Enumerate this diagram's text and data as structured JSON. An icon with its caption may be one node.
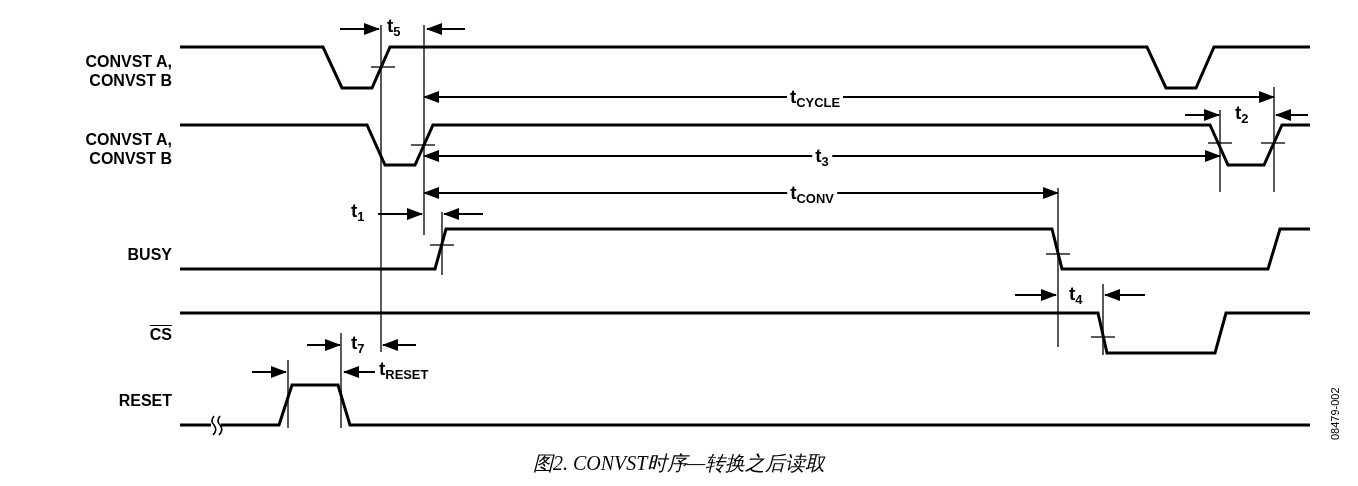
{
  "diagram": {
    "caption": "图2. CONVST时序—转换之后读取",
    "labels": [
      "t$_{5}$",
      "CONVST A, CONVST B",
      "t$_{CYCLE}$",
      "CONVST A, CONVST B",
      "t$_{2}$",
      "t$_{3}$",
      "t$_{CONV}$",
      "t$_{1}$",
      "BUSY",
      "t$_{4}$",
      "CS",
      "t$_{7}$",
      "t$_{RESET}$",
      "RESET",
      "08479-002"
    ]
  }
}
